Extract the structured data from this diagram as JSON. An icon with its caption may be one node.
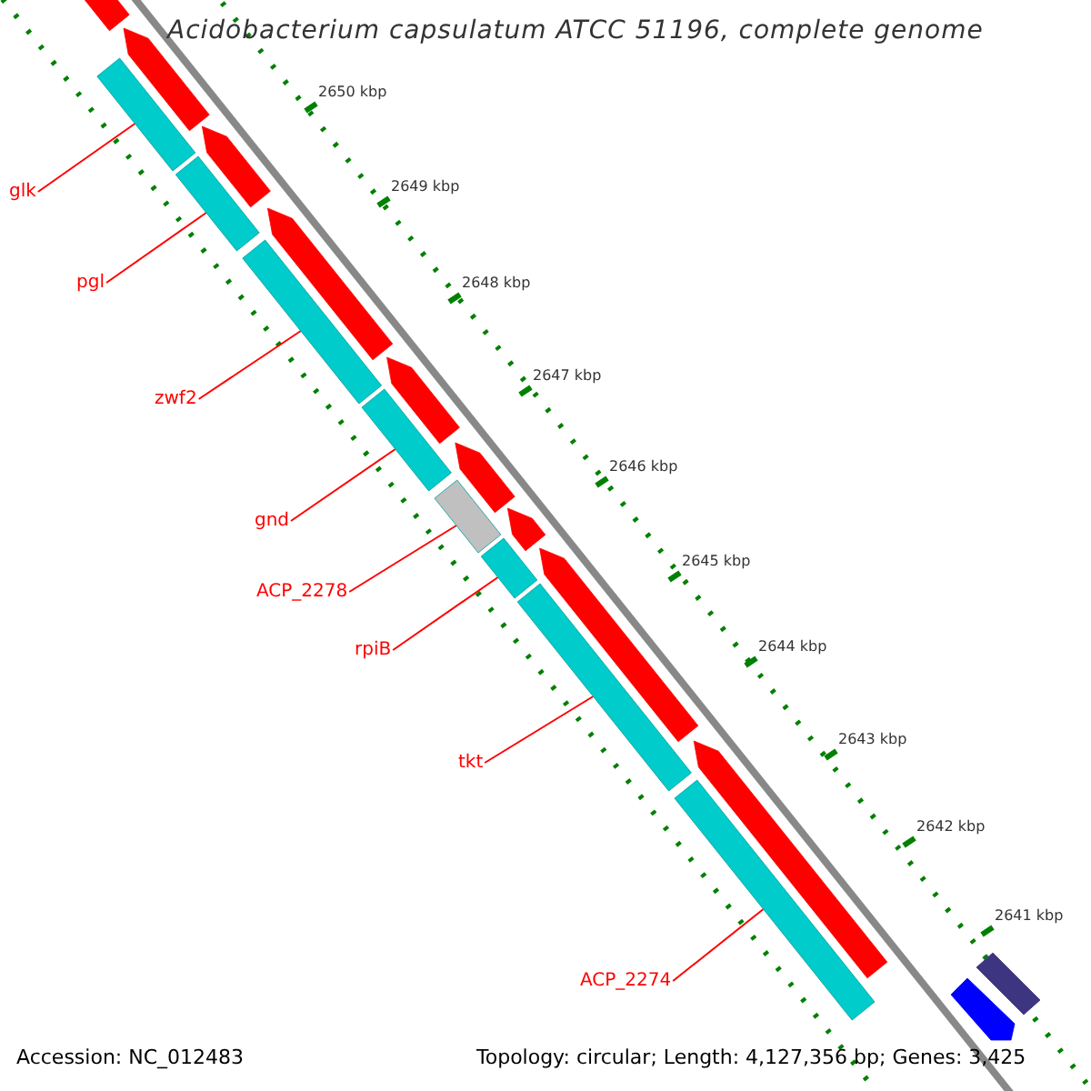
{
  "diagram": {
    "title": "Acidobacterium capsulatum ATCC 51196, complete genome",
    "nodes": [
      {
        "text": [
          "glk"
        ]
      },
      {
        "text": [
          "pgl"
        ]
      },
      {
        "text": [
          "zwf2"
        ]
      },
      {
        "text": [
          "gnd"
        ]
      },
      {
        "text": [
          "ACP_2278"
        ]
      },
      {
        "text": [
          "rpiB"
        ]
      },
      {
        "text": [
          "tkt"
        ]
      },
      {
        "text": [
          "ACP_2274"
        ]
      },
      {
        "text": [],
        "shape": "bar"
      },
      {
        "text": [],
        "shape": "bar"
      },
      {
        "text": [],
        "shape": "bar"
      },
      {
        "text": [],
        "shape": "bar"
      },
      {
        "text": [],
        "shape": "bar"
      },
      {
        "text": [],
        "shape": "bar"
      },
      {
        "text": [],
        "shape": "bar"
      },
      {
        "text": [],
        "shape": "bar"
      },
      {
        "text": [],
        "shape": "bar"
      },
      {
        "text": [],
        "shape": "bar"
      },
      {
        "text": [],
        "shape": "bar"
      },
      {
        "text": [],
        "shape": "bar"
      },
      {
        "text": [],
        "shape": "bar"
      },
      {
        "text": [],
        "shape": "bar"
      },
      {
        "text": [],
        "shape": "bar"
      },
      {
        "text": [],
        "shape": "bar"
      },
      {
        "text": [],
        "shape": "bar"
      },
      {
        "text": [],
        "shape": "bar"
      },
      {
        "text": [],
        "shape": "bar"
      }
    ],
    "edges": [
      {
        "from": 0,
        "to": 8,
        "arrow": "none"
      },
      {
        "from": 1,
        "to": 9,
        "arrow": "none"
      },
      {
        "from": 2,
        "to": 10,
        "arrow": "none"
      },
      {
        "from": 3,
        "to": 11,
        "arrow": "none"
      },
      {
        "from": 4,
        "to": 12,
        "arrow": "none"
      },
      {
        "from": 5,
        "to": 13,
        "arrow": "none"
      },
      {
        "from": 6,
        "to": 14,
        "arrow": "none"
      },
      {
        "from": 7,
        "to": 15,
        "arrow": "none"
      }
    ],
    "labels": [
      "2650 kbp",
      "2649 kbp",
      "2648 kbp",
      "2647 kbp",
      "2646 kbp",
      "2645 kbp",
      "2644 kbp",
      "2643 kbp",
      "2642 kbp",
      "2641 kbp",
      "Accession: NC_012483",
      "Topology: circular; Length: 4,127,356 bp; Genes: 3,425"
    ]
  }
}
